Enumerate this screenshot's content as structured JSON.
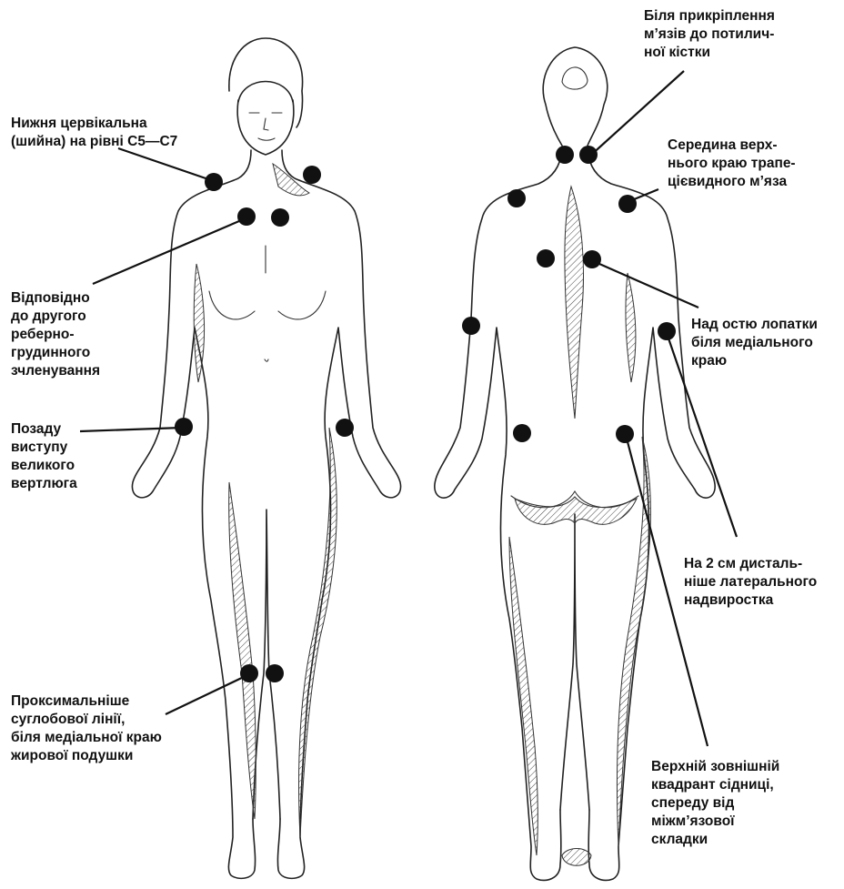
{
  "colors": {
    "ink": "#111111",
    "background": "#ffffff"
  },
  "labels": {
    "cervical": "Нижня цервікальна\n(шийна) на рівні С5—С7",
    "second_rib": "Відповідно\nдо другого\nреберно-\nгрудинного\nзчленування",
    "trochanter": "Позаду\nвиступу\nвеликого\nвертлюга",
    "knee": "Проксимальніше\nсуглобової лінії,\nбіля медіальної краю\nжирової подушки",
    "occiput": "Біля прикріплення\nм’язів до потилич-\nної кістки",
    "trapezius": "Середина верх-\nнього краю трапе-\nцієвидного м’яза",
    "supraspinatus": "Над остю лопатки\nбіля медіального\nкраю",
    "epicondyle": "На 2 см дисталь-\nніше латерального\nнадвиростка",
    "gluteal": "Верхній зовнішній\nквадрант сідниці,\nспереду від\nміжм’язової\nскладки"
  }
}
